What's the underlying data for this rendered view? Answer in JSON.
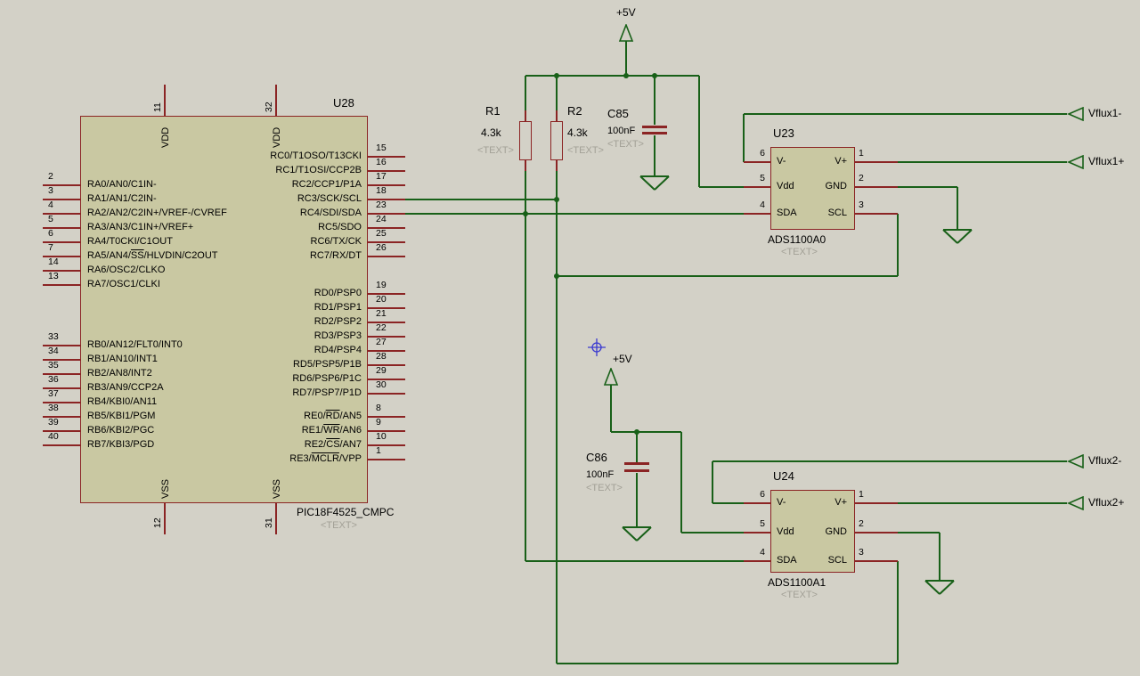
{
  "canvas": {
    "bg": "#d3d1c7",
    "wire_color": "#186018",
    "component_color": "#8b2424",
    "fill_color": "#c9c8a2"
  },
  "power": {
    "label": "+5V"
  },
  "terminals": [
    {
      "label": "Vflux1-"
    },
    {
      "label": "Vflux1+"
    },
    {
      "label": "Vflux2-"
    },
    {
      "label": "Vflux2+"
    }
  ],
  "r1": {
    "ref": "R1",
    "value": "4.3k",
    "text": "<TEXT>"
  },
  "r2": {
    "ref": "R2",
    "value": "4.3k",
    "text": "<TEXT>"
  },
  "c85": {
    "ref": "C85",
    "value": "100nF",
    "text": "<TEXT>"
  },
  "c86": {
    "ref": "C86",
    "value": "100nF",
    "text": "<TEXT>"
  },
  "u23": {
    "ref": "U23",
    "device": "ADS1100A0",
    "text": "<TEXT>",
    "left_pins": [
      {
        "num": "6",
        "name": "V-"
      },
      {
        "num": "5",
        "name": "Vdd"
      },
      {
        "num": "4",
        "name": "SDA"
      }
    ],
    "right_pins": [
      {
        "num": "1",
        "name": "V+"
      },
      {
        "num": "2",
        "name": "GND"
      },
      {
        "num": "3",
        "name": "SCL"
      }
    ]
  },
  "u24": {
    "ref": "U24",
    "device": "ADS1100A1",
    "text": "<TEXT>",
    "left_pins": [
      {
        "num": "6",
        "name": "V-"
      },
      {
        "num": "5",
        "name": "Vdd"
      },
      {
        "num": "4",
        "name": "SDA"
      }
    ],
    "right_pins": [
      {
        "num": "1",
        "name": "V+"
      },
      {
        "num": "2",
        "name": "GND"
      },
      {
        "num": "3",
        "name": "SCL"
      }
    ]
  },
  "u28": {
    "ref": "U28",
    "device": "PIC18F4525_CMPC",
    "text": "<TEXT>",
    "top_pins": [
      {
        "num": "11",
        "name": "VDD"
      },
      {
        "num": "32",
        "name": "VDD"
      }
    ],
    "bottom_pins": [
      {
        "num": "12",
        "name": "VSS"
      },
      {
        "num": "31",
        "name": "VSS"
      }
    ],
    "left_pins": [
      {
        "num": "2",
        "segs": [
          {
            "t": "RA0/AN0/C1IN-"
          }
        ]
      },
      {
        "num": "3",
        "segs": [
          {
            "t": "RA1/AN1/C2IN-"
          }
        ]
      },
      {
        "num": "4",
        "segs": [
          {
            "t": "RA2/AN2/C2IN+/VREF-/CVREF"
          }
        ]
      },
      {
        "num": "5",
        "segs": [
          {
            "t": "RA3/AN3/C1IN+/VREF+"
          }
        ]
      },
      {
        "num": "6",
        "segs": [
          {
            "t": "RA4/T0CKI/C1OUT"
          }
        ]
      },
      {
        "num": "7",
        "segs": [
          {
            "t": "RA5/AN4/"
          },
          {
            "t": "SS",
            "over": true
          },
          {
            "t": "/HLVDIN/C2OUT"
          }
        ]
      },
      {
        "num": "14",
        "segs": [
          {
            "t": "RA6/OSC2/CLKO"
          }
        ]
      },
      {
        "num": "13",
        "segs": [
          {
            "t": "RA7/OSC1/CLKI"
          }
        ]
      },
      {
        "num": "33",
        "segs": [
          {
            "t": "RB0/AN12/FLT0/INT0"
          }
        ]
      },
      {
        "num": "34",
        "segs": [
          {
            "t": "RB1/AN10/INT1"
          }
        ]
      },
      {
        "num": "35",
        "segs": [
          {
            "t": "RB2/AN8/INT2"
          }
        ]
      },
      {
        "num": "36",
        "segs": [
          {
            "t": "RB3/AN9/CCP2A"
          }
        ]
      },
      {
        "num": "37",
        "segs": [
          {
            "t": "RB4/KBI0/AN11"
          }
        ]
      },
      {
        "num": "38",
        "segs": [
          {
            "t": "RB5/KBI1/PGM"
          }
        ]
      },
      {
        "num": "39",
        "segs": [
          {
            "t": "RB6/KBI2/PGC"
          }
        ]
      },
      {
        "num": "40",
        "segs": [
          {
            "t": "RB7/KBI3/PGD"
          }
        ]
      }
    ],
    "right_pins": [
      {
        "num": "15",
        "segs": [
          {
            "t": "RC0/T1OSO/T13CKI"
          }
        ]
      },
      {
        "num": "16",
        "segs": [
          {
            "t": "RC1/T1OSI/CCP2B"
          }
        ]
      },
      {
        "num": "17",
        "segs": [
          {
            "t": "RC2/CCP1/P1A"
          }
        ]
      },
      {
        "num": "18",
        "segs": [
          {
            "t": "RC3/SCK/SCL"
          }
        ]
      },
      {
        "num": "23",
        "segs": [
          {
            "t": "RC4/SDI/SDA"
          }
        ]
      },
      {
        "num": "24",
        "segs": [
          {
            "t": "RC5/SDO"
          }
        ]
      },
      {
        "num": "25",
        "segs": [
          {
            "t": "RC6/TX/CK"
          }
        ]
      },
      {
        "num": "26",
        "segs": [
          {
            "t": "RC7/RX/DT"
          }
        ]
      },
      {
        "num": "19",
        "segs": [
          {
            "t": "RD0/PSP0"
          }
        ]
      },
      {
        "num": "20",
        "segs": [
          {
            "t": "RD1/PSP1"
          }
        ]
      },
      {
        "num": "21",
        "segs": [
          {
            "t": "RD2/PSP2"
          }
        ]
      },
      {
        "num": "22",
        "segs": [
          {
            "t": "RD3/PSP3"
          }
        ]
      },
      {
        "num": "27",
        "segs": [
          {
            "t": "RD4/PSP4"
          }
        ]
      },
      {
        "num": "28",
        "segs": [
          {
            "t": "RD5/PSP5/P1B"
          }
        ]
      },
      {
        "num": "29",
        "segs": [
          {
            "t": "RD6/PSP6/P1C"
          }
        ]
      },
      {
        "num": "30",
        "segs": [
          {
            "t": "RD7/PSP7/P1D"
          }
        ]
      },
      {
        "num": "8",
        "segs": [
          {
            "t": "RE0/"
          },
          {
            "t": "RD",
            "over": true
          },
          {
            "t": "/AN5"
          }
        ]
      },
      {
        "num": "9",
        "segs": [
          {
            "t": "RE1/"
          },
          {
            "t": "WR",
            "over": true
          },
          {
            "t": "/AN6"
          }
        ]
      },
      {
        "num": "10",
        "segs": [
          {
            "t": "RE2/"
          },
          {
            "t": "CS",
            "over": true
          },
          {
            "t": "/AN7"
          }
        ]
      },
      {
        "num": "1",
        "segs": [
          {
            "t": "RE3/"
          },
          {
            "t": "MCLR",
            "over": true
          },
          {
            "t": "/VPP"
          }
        ]
      }
    ]
  }
}
